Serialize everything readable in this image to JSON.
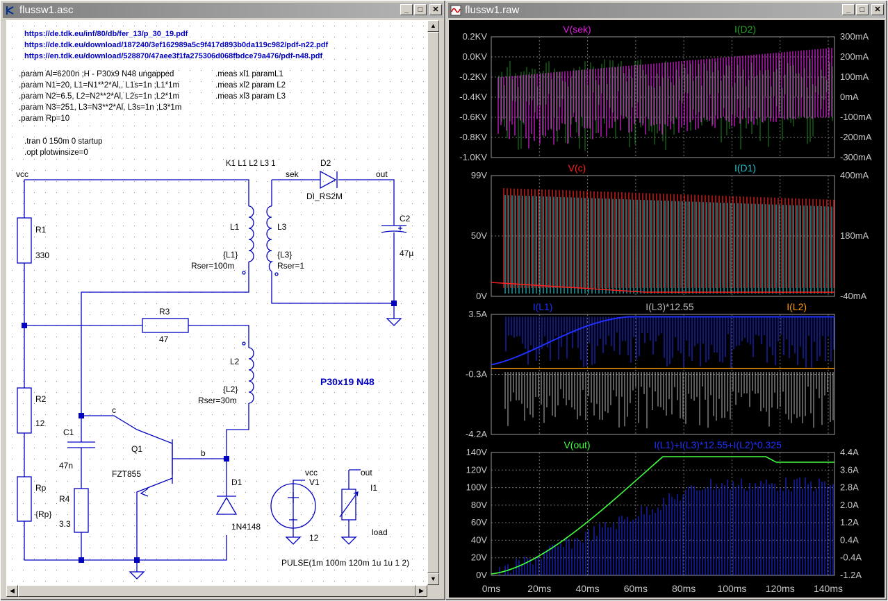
{
  "schematic_window": {
    "title": "flussw1.asc",
    "links": [
      "https://de.tdk.eu/inf/80/db/fer_13/p_30_19.pdf",
      "https://de.tdk.eu/download/187240/3ef162989a5c9f417d893b0da119c982/pdf-n22.pdf",
      "https://en.tdk.eu/download/528870/47aee3f1fa275306d068fbdce79a476/pdf-n48.pdf"
    ],
    "params": [
      ".param Al=6200n ;H - P30x9 N48 ungapped",
      ".param N1=20, L1=N1**2*Al,, L1s=1n ;L1*1m",
      ".param N2=6.5, L2=N2**2*Al, L2s=1n ;L2*1m",
      ".param N3=251, L3=N3**2*Al, L3s=1n ;L3*1m",
      ".param Rp=10"
    ],
    "meas": [
      ".meas xl1 paramL1",
      ".meas xl2 param L2",
      ".meas xl3 param L3"
    ],
    "tran": ".tran 0 150m 0 startup",
    "opt": ".opt plotwinsize=0",
    "coupling": "K1 L1 L2 L3 1",
    "core_label": "P30x19 N48",
    "labels": {
      "vcc": "vcc",
      "sek": "sek",
      "out": "out",
      "c": "c",
      "b": "b",
      "R1": "R1",
      "R1_val": "330",
      "R2": "R2",
      "R2_val": "12",
      "R3": "R3",
      "R3_val": "47",
      "R4": "R4",
      "R4_val": "3.3",
      "Rp": "Rp",
      "Rp_val": "{Rp}",
      "C1": "C1",
      "C1_val": "47n",
      "C2": "C2",
      "C2_val": "47µ",
      "L1": "L1",
      "L1_val": "{L1}",
      "L1_rser": "Rser=100m",
      "L2": "L2",
      "L2_val": "{L2}",
      "L2_rser": "Rser=30m",
      "L3": "L3",
      "L3_val": "{L3}",
      "L3_rser": "Rser=1",
      "D1": "D1",
      "D1_val": "1N4148",
      "D2": "D2",
      "D2_val": "DI_RS2M",
      "Q1": "Q1",
      "Q1_val": "FZT855",
      "V1": "V1",
      "V1_val": "12",
      "V1_net": "vcc",
      "I1": "I1",
      "I1_val": "load",
      "I1_net": "out",
      "pulse": "PULSE(1m 100m 120m 1u 1u 1 2)"
    }
  },
  "waveform_window": {
    "title": "flussw1.raw",
    "x_ticks": [
      "0ms",
      "20ms",
      "40ms",
      "60ms",
      "80ms",
      "100ms",
      "120ms",
      "140ms"
    ],
    "panes": [
      {
        "traces": [
          {
            "name": "V(sek)",
            "color": "#e020e0"
          },
          {
            "name": "I(D2)",
            "color": "#20a020"
          }
        ],
        "left_ticks": [
          "0.2KV",
          "0.0KV",
          "-0.2KV",
          "-0.4KV",
          "-0.6KV",
          "-0.8KV",
          "-1.0KV"
        ],
        "right_ticks": [
          "300mA",
          "200mA",
          "100mA",
          "0mA",
          "-100mA",
          "-200mA",
          "-300mA"
        ]
      },
      {
        "traces": [
          {
            "name": "V(c)",
            "color": "#ff2020"
          },
          {
            "name": "I(D1)",
            "color": "#20c0c8"
          }
        ],
        "left_ticks": [
          "99V",
          "50V",
          "0V"
        ],
        "right_ticks": [
          "400mA",
          "180mA",
          "-40mA"
        ]
      },
      {
        "traces": [
          {
            "name": "I(L1)",
            "color": "#2030ff"
          },
          {
            "name": "I(L3)*12.55",
            "color": "#b8b8b8"
          },
          {
            "name": "I(L2)",
            "color": "#ff9900"
          }
        ],
        "left_ticks": [
          "3.5A",
          "-0.3A",
          "-4.2A"
        ],
        "right_ticks": []
      },
      {
        "traces": [
          {
            "name": "V(out)",
            "color": "#40ff40"
          },
          {
            "name": "I(L1)+I(L3)*12.55+I(L2)*0.325",
            "color": "#2030ff"
          }
        ],
        "left_ticks": [
          "140V",
          "120V",
          "100V",
          "80V",
          "60V",
          "40V",
          "20V",
          "0V"
        ],
        "right_ticks": [
          "4.4A",
          "3.6A",
          "2.8A",
          "2.0A",
          "1.2A",
          "0.4A",
          "-0.4A",
          "-1.2A"
        ]
      }
    ]
  }
}
